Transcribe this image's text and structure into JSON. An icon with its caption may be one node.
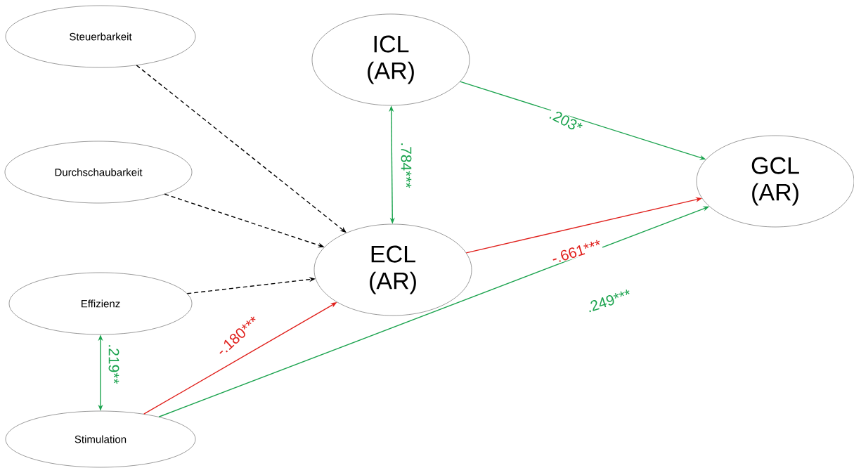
{
  "diagram": {
    "nodes": [
      {
        "text": [
          "Steuerbarkeit"
        ]
      },
      {
        "text": [
          "ICL (AR)"
        ]
      },
      {
        "text": [
          "Durchschaubarkeit"
        ]
      },
      {
        "text": [
          "GCL (AR)"
        ]
      },
      {
        "text": [
          "ECL (AR)"
        ]
      },
      {
        "text": [
          "Effizienz"
        ]
      },
      {
        "text": [
          "Stimulation"
        ]
      }
    ],
    "edges": [
      {
        "from": 0,
        "to": 4,
        "arrow": "to",
        "style": "dashed",
        "color": "#000000"
      },
      {
        "from": 2,
        "to": 4,
        "arrow": "to",
        "style": "dashed",
        "color": "#000000"
      },
      {
        "from": 5,
        "to": 4,
        "arrow": "to",
        "style": "dashed",
        "color": "#000000"
      },
      {
        "from": 1,
        "to": 4,
        "arrow": "both",
        "label": ".784***"
      },
      {
        "from": 1,
        "to": 3,
        "arrow": "to",
        "label": ".203*"
      },
      {
        "from": 4,
        "to": 3,
        "arrow": "to",
        "label": "-.661***",
        "color": "#e0201c"
      },
      {
        "from": 6,
        "to": 3,
        "arrow": "to",
        "label": ".249***"
      },
      {
        "from": 6,
        "to": 4,
        "arrow": "to",
        "label": "-.180***",
        "color": "#e0201c"
      },
      {
        "from": 5,
        "to": 6,
        "arrow": "both",
        "label": ".219**"
      }
    ]
  }
}
